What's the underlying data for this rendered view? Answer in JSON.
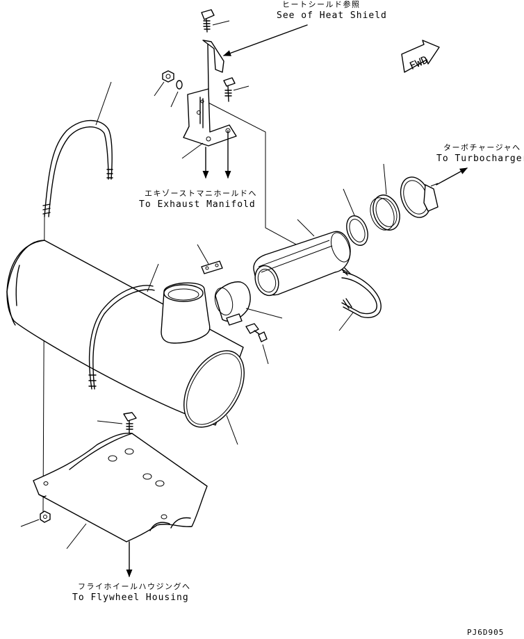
{
  "callouts": {
    "heat_shield_jp": "ヒートシールド参照",
    "heat_shield_en": "See of Heat Shield",
    "turbo_jp": "ターボチャージャへ",
    "turbo_en": "To Turbocharger",
    "manifold_jp": "エキゾーストマニホールドへ",
    "manifold_en": "To Exhaust Manifold",
    "flywheel_jp": "フライホイールハウジングへ",
    "flywheel_en": "To Flywheel Housing"
  },
  "fwd_label": "FWD",
  "drawing_number": "PJ6D905"
}
